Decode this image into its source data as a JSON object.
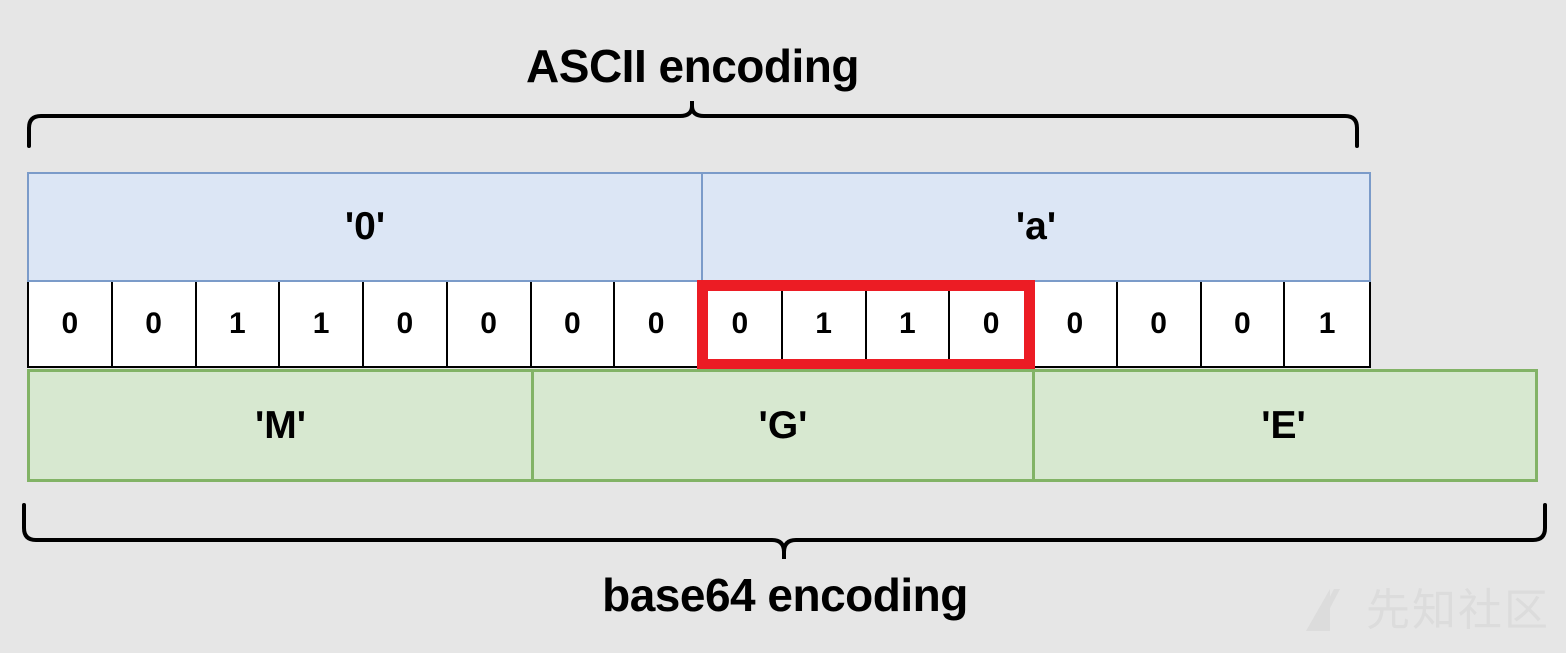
{
  "diagram": {
    "top_label": "ASCII encoding",
    "bottom_label": "base64 encoding",
    "colors": {
      "background": "#e6e6e6",
      "ascii_fill": "#dce6f5",
      "ascii_border": "#7b9bc9",
      "bit_fill": "#ffffff",
      "bit_border": "#000000",
      "base64_fill": "#d7e8d0",
      "base64_border": "#82b366",
      "highlight": "#ec1c24",
      "text": "#000000"
    },
    "ascii_row": {
      "name": "ascii-encoding-row",
      "cells": [
        {
          "label": "'0'",
          "bits": 8
        },
        {
          "label": "'a'",
          "bits": 8
        }
      ]
    },
    "bit_row": {
      "name": "bit-sequence-row",
      "bits": [
        "0",
        "0",
        "1",
        "1",
        "0",
        "0",
        "0",
        "0",
        "0",
        "1",
        "1",
        "0",
        "0",
        "0",
        "0",
        "1"
      ],
      "highlight": {
        "label": "base64-sextet-overlap",
        "start_index": 8,
        "end_index": 11,
        "bits": [
          "0",
          "1",
          "1",
          "0"
        ]
      }
    },
    "base64_row": {
      "name": "base64-encoding-row",
      "cells": [
        {
          "label": "'M'",
          "bits": 6
        },
        {
          "label": "'G'",
          "bits": 6
        },
        {
          "label": "'E'",
          "bits": 6
        }
      ]
    },
    "watermark": {
      "text": "先知社区"
    }
  }
}
